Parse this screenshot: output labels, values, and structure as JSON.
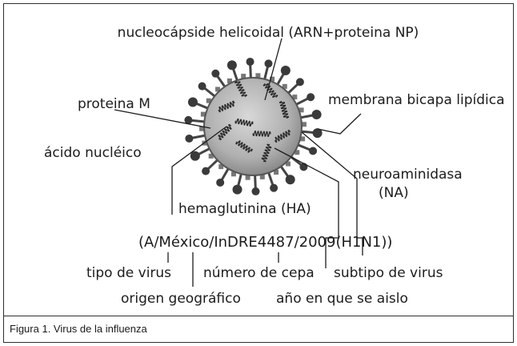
{
  "diagram": {
    "labels": {
      "nucleocapside": "nucleocápside helicoidal (ARN+proteina NP)",
      "membrana": "membrana bicapa lipídica",
      "proteina_m": "proteina M",
      "acido": "ácido nucléico",
      "neuro_1": "neuroaminidasa",
      "neuro_2": "(NA)",
      "hemaglutinina": "hemaglutinina (HA)",
      "formula": "(A/México/InDRE4487/2009(H1N1))",
      "tipo": "tipo de virus",
      "numero": "número de cepa",
      "subtipo": "subtipo de virus",
      "origen": "origen geográfico",
      "anio": "año en que se aislo"
    }
  },
  "caption": "Figura 1. Virus de la influenza"
}
